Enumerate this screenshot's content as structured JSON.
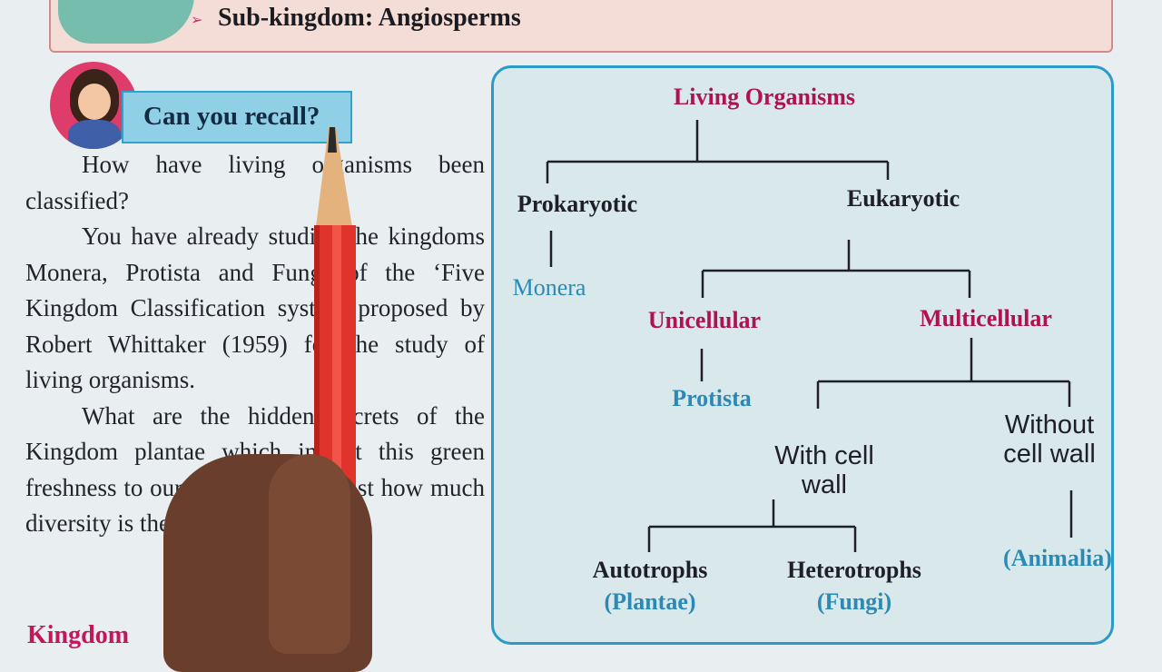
{
  "banner": {
    "arrow": "➢",
    "text": "Sub-kingdom: Angiosperms"
  },
  "recall": {
    "title": "Can you recall?"
  },
  "paragraphs": [
    "How have living organisms been classified?",
    "You have already studied the kingdoms Monera, Protista and Fungi of the ‘Five Kingdom Classification system proposed by Robert Whittaker (1959) for the study of living organisms.",
    "What are the hidden secrets of the Kingdom plantae which impart this green freshness to our surroundings? Just how much diversity is there in this Kingdom?"
  ],
  "next_heading": "Kingdom",
  "diagram": {
    "root": "Living Organisms",
    "prokaryotic": "Prokaryotic",
    "eukaryotic": "Eukaryotic",
    "monera": "Monera",
    "unicellular": "Unicellular",
    "multicellular": "Multicellular",
    "protista": "Protista",
    "with_cell_wall_1": "With cell",
    "with_cell_wall_2": "wall",
    "without_cell_wall_1": "Without",
    "without_cell_wall_2": "cell wall",
    "autotrophs": "Autotrophs",
    "plantae": "(Plantae)",
    "heterotrophs": "Heterotrophs",
    "fungi": "(Fungi)",
    "animalia": "(Animalia)"
  },
  "colors": {
    "accent_crimson": "#b0124f",
    "accent_blue": "#2a8ab5",
    "panel_border": "#2b9ac9",
    "panel_bg": "#d9e8ea"
  }
}
